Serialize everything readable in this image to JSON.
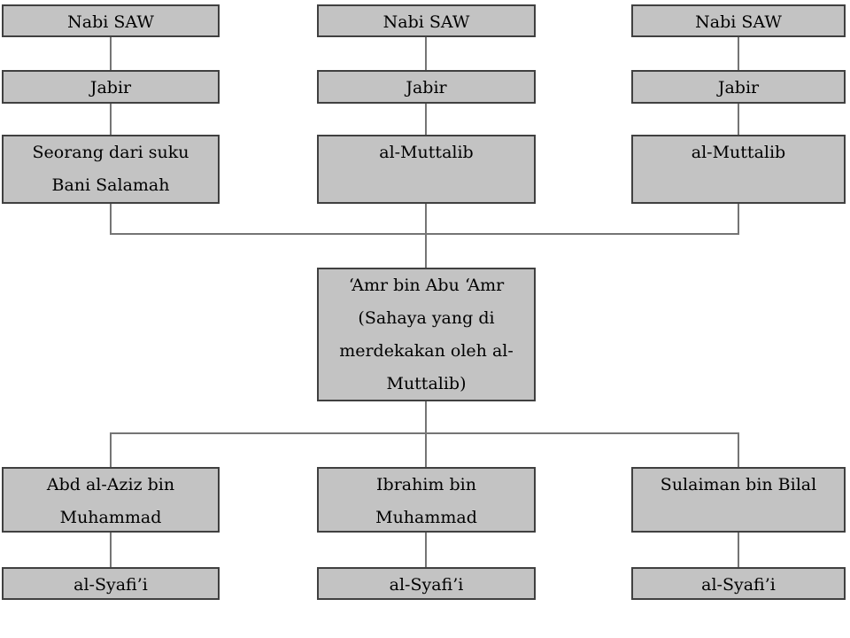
{
  "nodes": {
    "nabi_left": "Nabi SAW",
    "nabi_center": "Nabi SAW",
    "nabi_right": "Nabi SAW",
    "jabir_left": "Jabir",
    "jabir_center": "Jabir",
    "jabir_right": "Jabir",
    "source_left": "Seorang dari suku\nBani Salamah",
    "source_center": "al-Muttalib",
    "source_right": "al-Muttalib",
    "amr": "‘Amr bin Abu ‘Amr\n(Sahaya yang di\nmerdekakan oleh al-\nMuttalib)",
    "student_left": "Abd al-Aziz bin\nMuhammad",
    "student_center": "Ibrahim bin\nMuhammad",
    "student_right": "Sulaiman bin Bilal",
    "syafii_left": "al-Syafi’i",
    "syafii_center": "al-Syafi’i",
    "syafii_right": "al-Syafi’i"
  },
  "colors": {
    "box_fill": "#c3c3c3",
    "box_border": "#404040",
    "connector": "#757575",
    "text": "#000000"
  }
}
